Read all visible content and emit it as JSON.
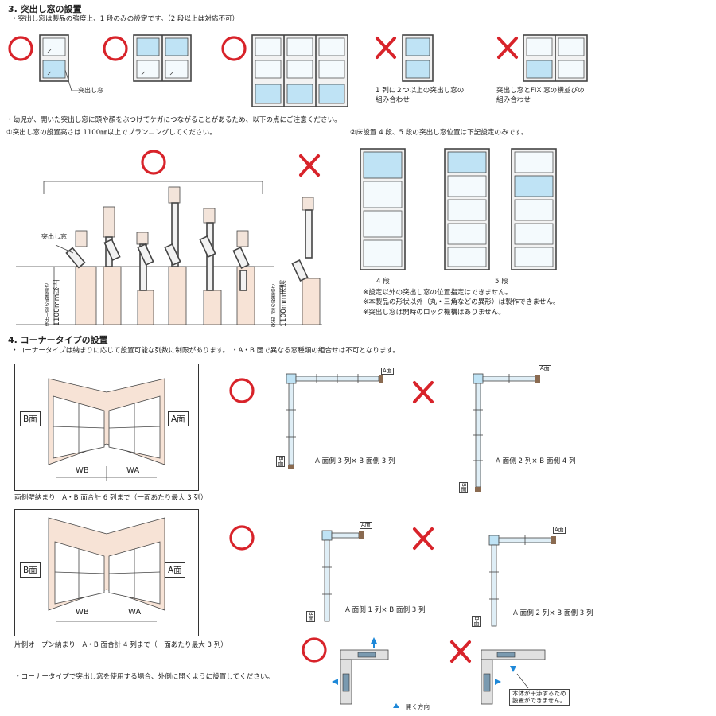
{
  "sec3": {
    "title": "3. 突出し窓の設置",
    "note": "・突出し窓は製品の強度上、1 段のみの設定です。（2 段以上は対応不可）",
    "label_window": "突出し窓",
    "ng1": "1 列に２つ以上の突出し窓の\n組み合わせ",
    "ng2": "突出し窓とFIX 窓の横並びの\n組み合わせ",
    "caution": "・幼児が、開いた突出し窓に頭や顔をぶつけてケガにつながることがあるため、以下の点にご注意ください。",
    "c1": "①突出し窓の設置高さは 1100㎜以上でプランニングしてください。",
    "c2": "②床設置 4 段、5 段の突出し窓位置は下記設定のみです。",
    "fig_label": "突出し窓",
    "height_ok": "1100mm以上",
    "height_ok_sub": "突出し窓の設置高さ",
    "height_ng": "1100mm未満",
    "height_ng_sub": "突出し窓の設置高さ",
    "step4": "4 段",
    "step5": "5 段",
    "notes": [
      "※設定以外の突出し窓の位置指定はできません。",
      "※本製品の形状以外（丸・三角などの異形）は製作できません。",
      "※突出し窓は開時のロック機構はありません。"
    ]
  },
  "sec4": {
    "title": "4. コーナータイプの設置",
    "note": "・コーナータイプは納まりに応じて設置可能な列数に制限があります。 ・A・B 面で異なる窓種類の組合せは不可となります。",
    "a_face": "A面",
    "b_face": "B面",
    "wa": "WA",
    "wb": "WB",
    "both_wall": "両側壁納まり　A・B 面合計 6 列まで（一面あたり最大 3 列）",
    "one_open": "片側オープン納まり　A・B 面合計 4 列まで（一面あたり最大 3 列）",
    "r1_ok": "A 面側 3 列× B 面側 3 列",
    "r1_ng": "A 面側 2 列× B 面側 4 列",
    "r2_ok": "A 面側 1 列× B 面側 3 列",
    "r2_ng": "A 面側 2 列× B 面側 3 列",
    "corner_note": "・コーナータイプで突出し窓を使用する場合、外側に開くように設置してください。",
    "interfere": "本体が干渉するため\n設置ができません。",
    "open_dir": "開く方向"
  }
}
